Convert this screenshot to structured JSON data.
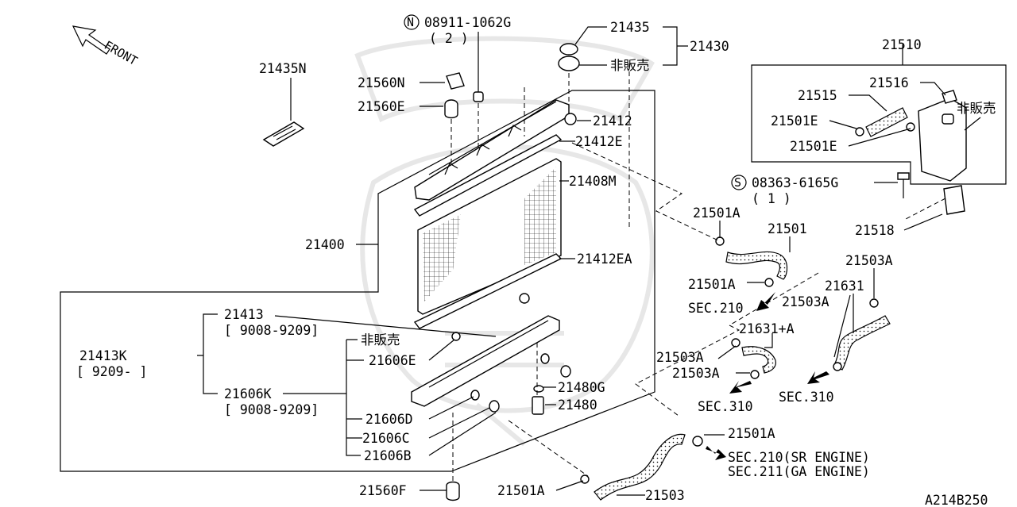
{
  "front_label": "FRONT",
  "watermark": "samurai-logo",
  "callouts": {
    "c21435N": "21435N",
    "nut_code": "N",
    "nut_part": "08911-1062G",
    "nut_qty": "( 2 )",
    "c21560N": "21560N",
    "c21560E": "21560E",
    "c21435": "21435",
    "c21430": "21430",
    "nfs_cap": "非販売",
    "c21412": "21412",
    "c21412E": "21412E",
    "c21408M": "21408M",
    "c21400": "21400",
    "c21412EA": "21412EA",
    "c21413": "21413",
    "r_9008_9209_a": "[ 9008-9209]",
    "nfs_tank": "非販売",
    "c21413K": "21413K",
    "r_9209": "[ 9209-        ]",
    "c21606E": "21606E",
    "c21606K": "21606K",
    "r_9008_9209_b": "[ 9008-9209]",
    "c21606D": "21606D",
    "c21606C": "21606C",
    "c21606B": "21606B",
    "c21480G": "21480G",
    "c21480": "21480",
    "c21560F": "21560F",
    "c21501A_bottom": "21501A",
    "c21503_bottom": "21503",
    "c21510": "21510",
    "c21516": "21516",
    "c21515": "21515",
    "nfs_reservoir": "非販売",
    "c21501E_a": "21501E",
    "c21501E_b": "21501E",
    "bolt_code": "S",
    "bolt_part": "08363-6165G",
    "bolt_qty": "( 1 )",
    "c21501A_upper": "21501A",
    "c21501": "21501",
    "c21518": "21518",
    "c21503A_right": "21503A",
    "c21501A_mid": "21501A",
    "c21631": "21631",
    "sec210_upper": "SEC.210",
    "c21503A_mid": "21503A",
    "c21631A": "21631+A",
    "c21503A_left": "21503A",
    "c21503A_low": "21503A",
    "sec310_mid": "SEC.310",
    "sec310_right": "SEC.310",
    "c21501A_lower": "21501A",
    "sec210_sr": "SEC.210(SR ENGINE)",
    "sec211_ga": "SEC.211(GA ENGINE)",
    "drawing_id": "A214B250"
  }
}
